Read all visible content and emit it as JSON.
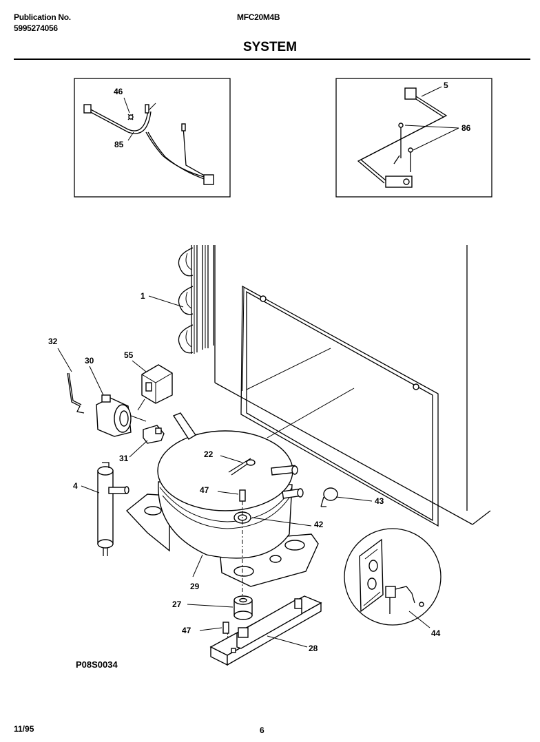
{
  "header": {
    "publication_label": "Publication No.",
    "publication_number": "5995274056",
    "model": "MFC20M4B",
    "title": "SYSTEM"
  },
  "footer": {
    "date": "11/95",
    "page": "6",
    "figure_code": "P08S0034"
  },
  "callouts": {
    "c46": "46",
    "c85": "85",
    "c5": "5",
    "c86": "86",
    "c1": "1",
    "c32": "32",
    "c30": "30",
    "c55": "55",
    "c31": "31",
    "c22": "22",
    "c4": "4",
    "c47a": "47",
    "c43": "43",
    "c42": "42",
    "c29": "29",
    "c27": "27",
    "c47b": "47",
    "c28": "28",
    "c44": "44"
  }
}
